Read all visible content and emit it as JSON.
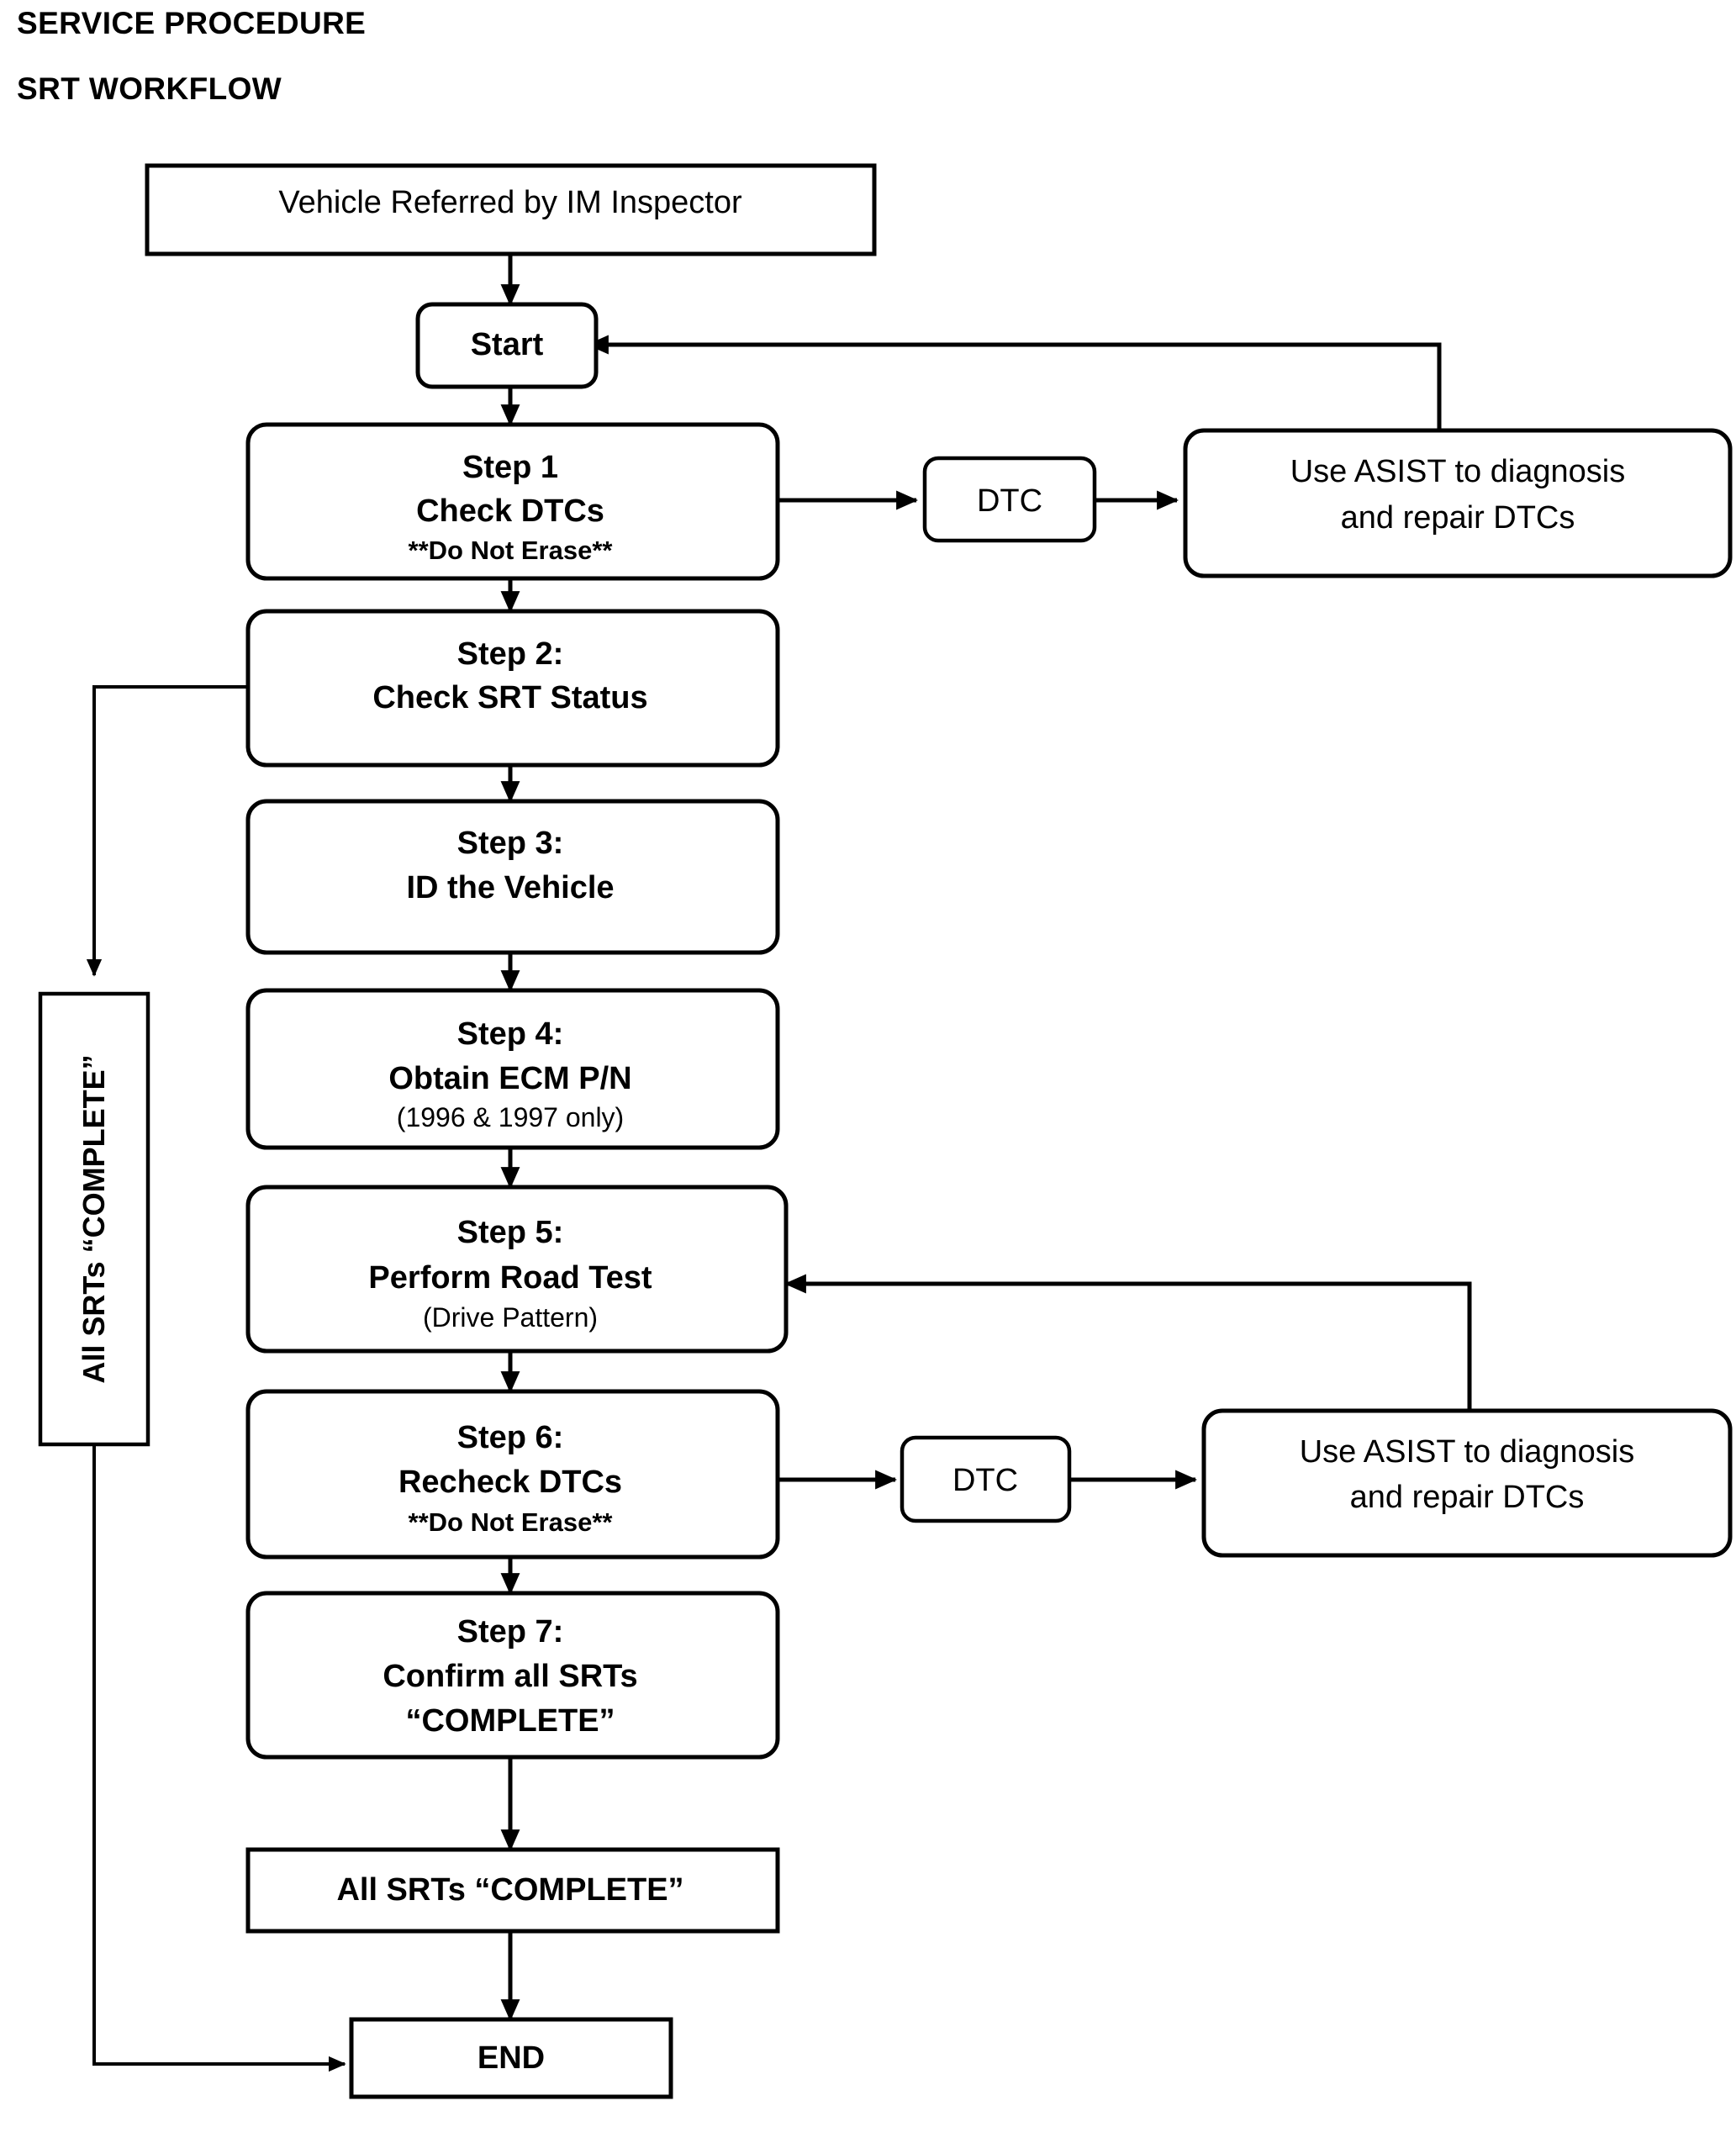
{
  "header": {
    "line1": "SERVICE PROCEDURE",
    "line2": "SRT WORKFLOW"
  },
  "nodes": {
    "referral": {
      "label": "Vehicle Referred by IM Inspector"
    },
    "start": {
      "label": "Start"
    },
    "step1": {
      "line1": "Step 1",
      "line2": "Check DTCs",
      "line3": "**Do Not Erase**"
    },
    "dtc1": {
      "label": "DTC"
    },
    "asist1": {
      "line1": "Use ASIST to diagnosis",
      "line2": "and repair DTCs"
    },
    "step2": {
      "line1": "Step 2:",
      "line2": "Check SRT Status"
    },
    "step3": {
      "line1": "Step 3:",
      "line2": "ID the Vehicle"
    },
    "step4": {
      "line1": "Step 4:",
      "line2": "Obtain ECM P/N",
      "line3": "(1996 & 1997 only)"
    },
    "step5": {
      "line1": "Step 5:",
      "line2": "Perform Road Test",
      "line3": "(Drive Pattern)"
    },
    "step6": {
      "line1": "Step 6:",
      "line2": "Recheck DTCs",
      "line3": "**Do Not Erase**"
    },
    "dtc2": {
      "label": "DTC"
    },
    "asist2": {
      "line1": "Use ASIST to diagnosis",
      "line2": "and repair DTCs"
    },
    "step7": {
      "line1": "Step 7:",
      "line2": "Confirm all SRTs",
      "line3": "“COMPLETE”"
    },
    "all_srts_complete": {
      "label": "All SRTs “COMPLETE”"
    },
    "end": {
      "label": "END"
    },
    "srt_branch": {
      "label": "All SRTs “COMPLETE”"
    }
  },
  "colors": {
    "stroke": "#000000",
    "fill": "#ffffff",
    "text": "#000000"
  }
}
